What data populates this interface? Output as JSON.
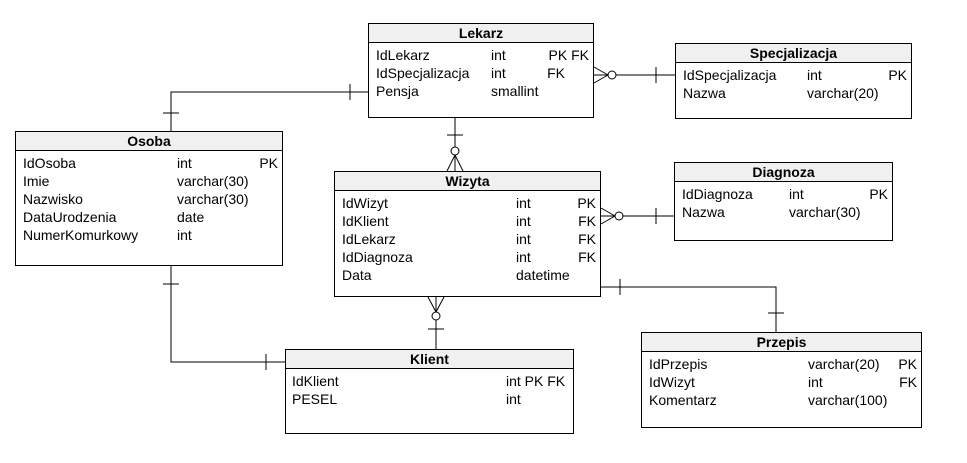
{
  "entities": {
    "lekarz": {
      "title": "Lekarz",
      "rows": [
        {
          "name": "IdLekarz",
          "type": "int",
          "key": "PK FK"
        },
        {
          "name": "IdSpecjalizacja",
          "type": "int",
          "key": "FK"
        },
        {
          "name": "Pensja",
          "type": "smallint",
          "key": ""
        }
      ]
    },
    "specjalizacja": {
      "title": "Specjalizacja",
      "rows": [
        {
          "name": "IdSpecjalizacja",
          "type": "int",
          "key": "PK"
        },
        {
          "name": "Nazwa",
          "type": "varchar(20)",
          "key": ""
        }
      ]
    },
    "osoba": {
      "title": "Osoba",
      "rows": [
        {
          "name": "IdOsoba",
          "type": "int",
          "key": "PK"
        },
        {
          "name": "Imie",
          "type": "varchar(30)",
          "key": ""
        },
        {
          "name": "Nazwisko",
          "type": "varchar(30)",
          "key": ""
        },
        {
          "name": "DataUrodzenia",
          "type": "date",
          "key": ""
        },
        {
          "name": "NumerKomurkowy",
          "type": "int",
          "key": ""
        }
      ]
    },
    "wizyta": {
      "title": "Wizyta",
      "rows": [
        {
          "name": "IdWizyt",
          "type": "int",
          "key": "PK"
        },
        {
          "name": "IdKlient",
          "type": "int",
          "key": "FK"
        },
        {
          "name": "IdLekarz",
          "type": "int",
          "key": "FK"
        },
        {
          "name": "IdDiagnoza",
          "type": "int",
          "key": "FK"
        },
        {
          "name": "Data",
          "type": "datetime",
          "key": ""
        }
      ]
    },
    "diagnoza": {
      "title": "Diagnoza",
      "rows": [
        {
          "name": "IdDiagnoza",
          "type": "int",
          "key": "PK"
        },
        {
          "name": "Nazwa",
          "type": "varchar(30)",
          "key": ""
        }
      ]
    },
    "przepis": {
      "title": "Przepis",
      "rows": [
        {
          "name": "IdPrzepis",
          "type": "varchar(20)",
          "key": "PK"
        },
        {
          "name": "IdWizyt",
          "type": "int",
          "key": "FK"
        },
        {
          "name": "Komentarz",
          "type": "varchar(100)",
          "key": ""
        }
      ]
    },
    "klient": {
      "title": "Klient",
      "rows": [
        {
          "name": "IdKlient",
          "type": "int PK FK",
          "key": ""
        },
        {
          "name": "PESEL",
          "type": "int",
          "key": ""
        }
      ]
    }
  },
  "colors": {
    "line": "#000000",
    "header_bg": "#f0f0f0",
    "border": "#000000"
  }
}
